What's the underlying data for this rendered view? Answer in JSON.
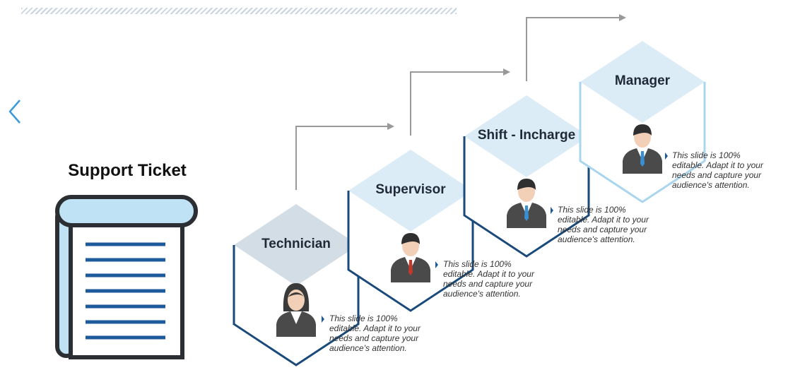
{
  "title": "Support Ticket",
  "stages": [
    {
      "name": "Technician",
      "description": "This slide is 100% editable. Adapt it to your needs and capture your audience's attention.",
      "avatar": "female"
    },
    {
      "name": "Supervisor",
      "description": "This slide is 100% editable. Adapt it to your needs and capture your audience's attention.",
      "avatar": "male-red-tie"
    },
    {
      "name": "Shift - Incharge",
      "description": "This slide is 100% editable. Adapt it to your needs and capture your audience's attention.",
      "avatar": "male-blue-tie"
    },
    {
      "name": "Manager",
      "description": "This slide is 100% editable. Adapt it to your needs and capture your audience's attention.",
      "avatar": "male-blue-tie"
    }
  ],
  "colors": {
    "outline_dark": "#1a4a7a",
    "outline_light": "#a9d6ee",
    "cap_gray": "#d3dde6",
    "cap_light": "#dcecf6",
    "arrow": "#999999",
    "ticket_fill": "#bfe3f4",
    "ticket_outline": "#2b2f33",
    "ticket_lines": "#1d5a9c"
  }
}
